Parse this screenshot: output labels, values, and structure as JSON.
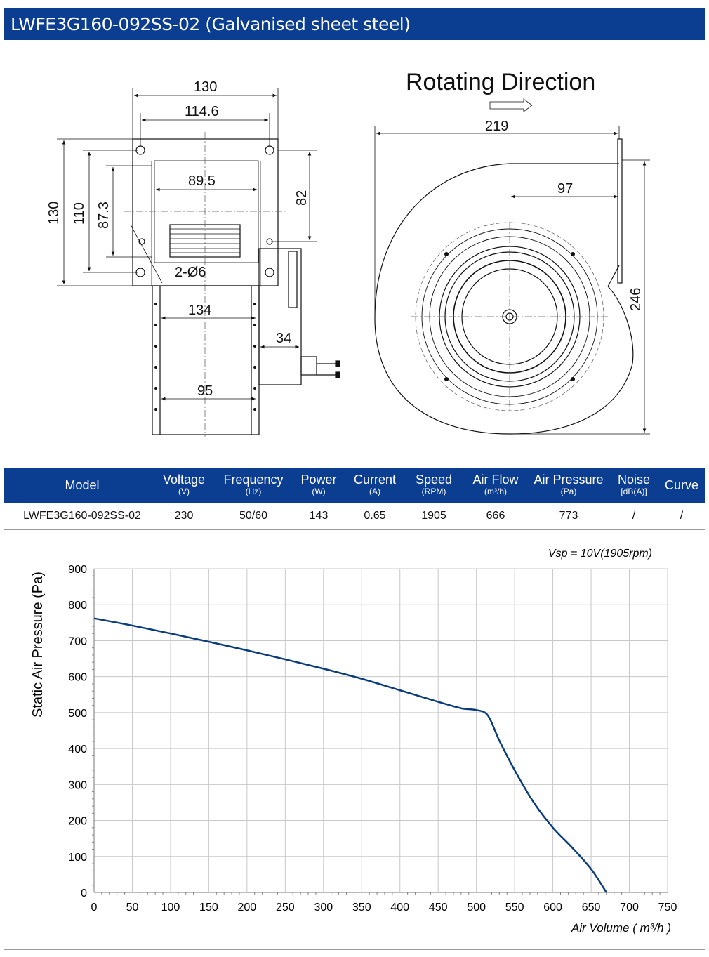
{
  "title": "LWFE3G160-092SS-02 (Galvanised sheet steel)",
  "drawing": {
    "rotating_label": "Rotating Direction",
    "dims": {
      "d130_top": "130",
      "d114_6": "114.6",
      "d89_5": "89.5",
      "d130_left": "130",
      "d110": "110",
      "d87_3": "87.3",
      "d82": "82",
      "d2_06": "2-Ø6",
      "d134": "134",
      "d34": "34",
      "d95": "95",
      "d219": "219",
      "d97": "97",
      "d246": "246"
    }
  },
  "specs": {
    "headers": [
      {
        "label": "Model",
        "unit": ""
      },
      {
        "label": "Voltage",
        "unit": "(V)"
      },
      {
        "label": "Frequency",
        "unit": "(Hz)"
      },
      {
        "label": "Power",
        "unit": "(W)"
      },
      {
        "label": "Current",
        "unit": "(A)"
      },
      {
        "label": "Speed",
        "unit": "(RPM)"
      },
      {
        "label": "Air Flow",
        "unit": "(m³/h)"
      },
      {
        "label": "Air Pressure",
        "unit": "(Pa)"
      },
      {
        "label": "Noise",
        "unit": "[dB(A)]"
      },
      {
        "label": "Curve",
        "unit": ""
      }
    ],
    "row": [
      "LWFE3G160-092SS-02",
      "230",
      "50/60",
      "143",
      "0.65",
      "1905",
      "666",
      "773",
      "/",
      "/"
    ]
  },
  "chart_data": {
    "type": "line",
    "annotation": "Vsp = 10V(1905rpm)",
    "xlabel": "Air Volume ( m³/h )",
    "ylabel": "Static Air Pressure  (Pa)",
    "xlim": [
      0,
      750
    ],
    "ylim": [
      0,
      900
    ],
    "x_ticks": [
      0,
      50,
      100,
      150,
      200,
      250,
      300,
      350,
      400,
      450,
      500,
      550,
      600,
      650,
      700,
      750
    ],
    "y_ticks": [
      0,
      100,
      200,
      300,
      400,
      500,
      600,
      700,
      800,
      900
    ],
    "grid": true,
    "line_color": "#0b3d7a",
    "series": [
      {
        "x": [
          0,
          50,
          100,
          150,
          200,
          250,
          300,
          350,
          400,
          450,
          480,
          500,
          515,
          530,
          550,
          575,
          600,
          625,
          650,
          670
        ],
        "y": [
          762,
          742,
          720,
          697,
          673,
          648,
          622,
          594,
          562,
          530,
          512,
          507,
          492,
          422,
          340,
          250,
          180,
          125,
          65,
          0
        ]
      }
    ]
  }
}
